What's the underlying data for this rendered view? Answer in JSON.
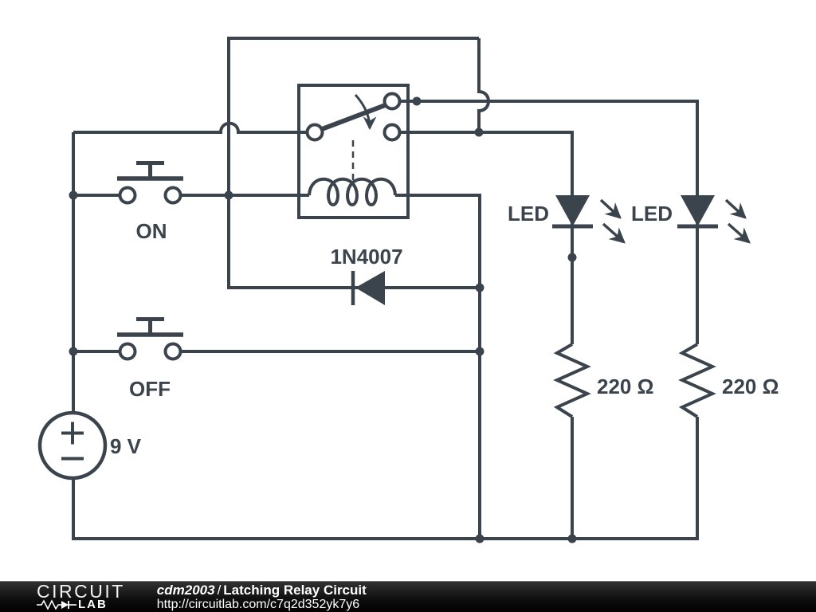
{
  "canvas": {
    "background": "#ffffff",
    "line_color": "#3b444c"
  },
  "components": {
    "on_button": {
      "label": "ON"
    },
    "off_button": {
      "label": "OFF"
    },
    "battery": {
      "label": "9 V"
    },
    "diode": {
      "label": "1N4007"
    },
    "led_left": {
      "label": "LED"
    },
    "led_right": {
      "label": "LED"
    },
    "resistor_left": {
      "label": "220 Ω"
    },
    "resistor_right": {
      "label": "220 Ω"
    }
  },
  "footer": {
    "logo_line1": "CIRCUIT",
    "logo_line2": "LAB",
    "author": "cdm2003",
    "separator": "/",
    "title": "Latching Relay Circuit",
    "url": "http://circuitlab.com/c7q2d352yk7y6",
    "bar_color": "#0a0a0a",
    "text_color": "#ffffff"
  }
}
